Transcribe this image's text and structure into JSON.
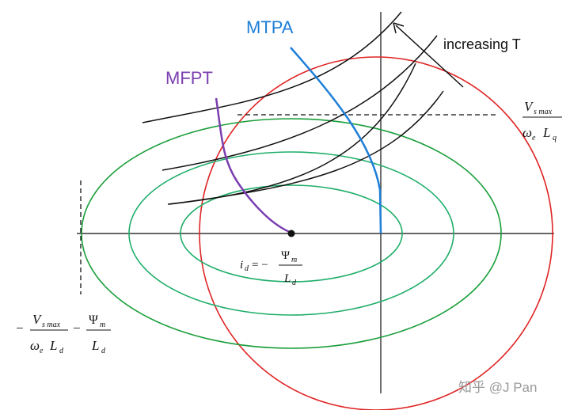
{
  "labels": {
    "mtpa": "MTPA",
    "mfpt": "MFPT",
    "increasing_t": "increasing T",
    "watermark": "知乎 @J Pan"
  },
  "math": {
    "vs": "V",
    "s_max": "s max",
    "omega": "ω",
    "e": "e",
    "L": "L",
    "q": "q",
    "d": "d",
    "psi": "Ψ",
    "m": "m",
    "i": "i",
    "eq_minus": "= −",
    "minus": "−"
  },
  "colors": {
    "axis": "#333333",
    "voltage_ellipses": "#1a9e3a",
    "current_circle": "#e02424",
    "mtpa_curve": "#1e7fd8",
    "mfpt_curve": "#7b3fb0",
    "torque_curves": "#111111",
    "watermark": "#9a9a9a"
  }
}
